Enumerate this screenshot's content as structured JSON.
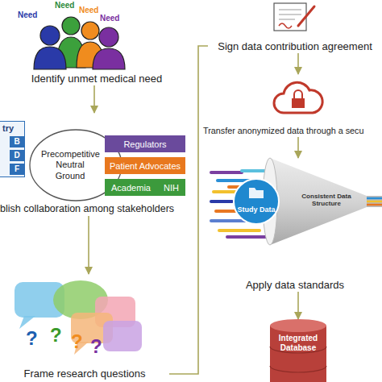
{
  "diagram": {
    "nodes": [
      {
        "text": [
          "Identify unmet medical need"
        ]
      },
      {
        "text": [
          "blish collaboration among stakeholders"
        ]
      },
      {
        "text": [
          "try"
        ],
        "in": 1
      },
      {
        "text": [
          "B"
        ],
        "in": 2
      },
      {
        "text": [
          "D"
        ],
        "in": 2
      },
      {
        "text": [
          "F"
        ],
        "in": 2
      },
      {
        "text": [
          "Precompetitive Neutral Ground"
        ],
        "in": 1
      },
      {
        "text": [
          "Regulators"
        ],
        "in": 1
      },
      {
        "text": [
          "Patient Advocates"
        ],
        "in": 1
      },
      {
        "text": [
          "Academia",
          "NIH"
        ],
        "in": 1
      },
      {
        "text": [
          "Frame research questions"
        ]
      },
      {
        "text": [
          "Sign data contribution agreement"
        ]
      },
      {
        "text": [
          "Transfer anonymized data through a secu"
        ]
      },
      {
        "text": [
          "Apply data standards"
        ]
      },
      {
        "text": [
          "Study Data"
        ],
        "in": 13
      },
      {
        "text": [
          "Consistent Data Structure"
        ],
        "in": 13
      },
      {
        "text": [
          "Integrated Database"
        ]
      }
    ],
    "edges": [
      {
        "from": 0,
        "to": 1,
        "arrow": "to"
      },
      {
        "from": 1,
        "to": 10,
        "arrow": "to"
      },
      {
        "from": 10,
        "to": 11,
        "arrow": "none"
      },
      {
        "from": 11,
        "to": 12,
        "arrow": "to"
      },
      {
        "from": 12,
        "to": 13,
        "arrow": "to"
      },
      {
        "from": 13,
        "to": 16,
        "arrow": "to"
      }
    ],
    "labels": [
      "Need",
      "Need",
      "Need",
      "Need",
      "?",
      "?",
      "?",
      "?"
    ]
  }
}
